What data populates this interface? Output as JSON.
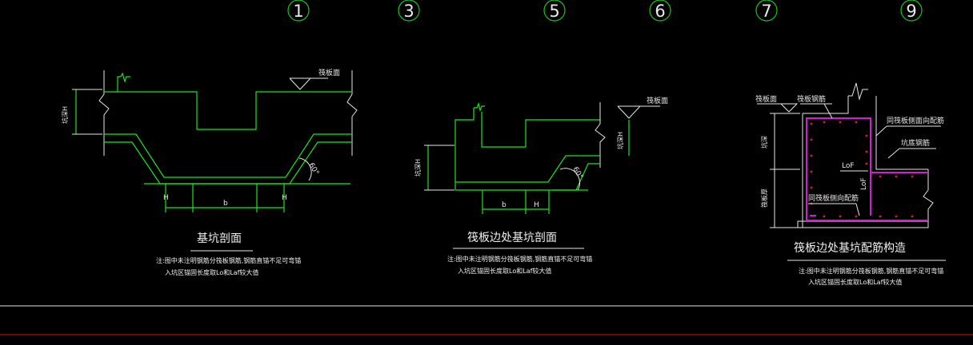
{
  "axis_labels": [
    "1",
    "3",
    "5",
    "6",
    "7",
    "9"
  ],
  "detail1": {
    "title": "基坑剖面",
    "slab_label": "筏板面",
    "depth_label": "坑深H",
    "angle": "60°",
    "dim_h_left": "H",
    "dim_b": "b",
    "dim_h_right": "H",
    "note_line1": "注:图中未注明钢筋分筏板钢筋,钢筋直锚不足可弯锚",
    "note_line2": "入坑区锚固长度取Lo和Laf较大值"
  },
  "detail2": {
    "title": "筏板边处基坑剖面",
    "slab_label": "筏板面",
    "depth_label_left": "坑深H",
    "depth_label_right": "坑深H",
    "angle": "60°",
    "dim_b": "b",
    "dim_h": "H",
    "note_line1": "注:图中未注明钢筋分筏板钢筋,钢筋直锚不足可弯锚",
    "note_line2": "入坑区锚固长度取Lo和Laf较大值"
  },
  "detail3": {
    "title": "筏板边处基坑配筋构造",
    "slab_top_label": "筏板面",
    "top_bar_label": "筏板钢筋",
    "side_label": "坑深",
    "bottom_label": "筏板厚",
    "label_same_dir": "同筏板侧面向配筋",
    "label_pit_bottom": "坑底钢筋",
    "laf_horizontal": "LoF",
    "laf_vertical": "LoF",
    "label_same_dir_2": "同筏板侧向配筋",
    "note_line1": "注:图中未注明钢筋分筏板钢筋,钢筋直锚不足可弯锚",
    "note_line2": "入坑区锚固长度取Lo和Laf较大值"
  },
  "colors": {
    "background": "#000000",
    "structure": "#19e619",
    "annotation": "#e6e6e6",
    "rebar": "#d21ed2",
    "rebar_dots": "#e02020",
    "axis_bubble": "#19c519",
    "bottom_rule_white": "#e6e6e6",
    "bottom_rule_red": "#d01818"
  }
}
